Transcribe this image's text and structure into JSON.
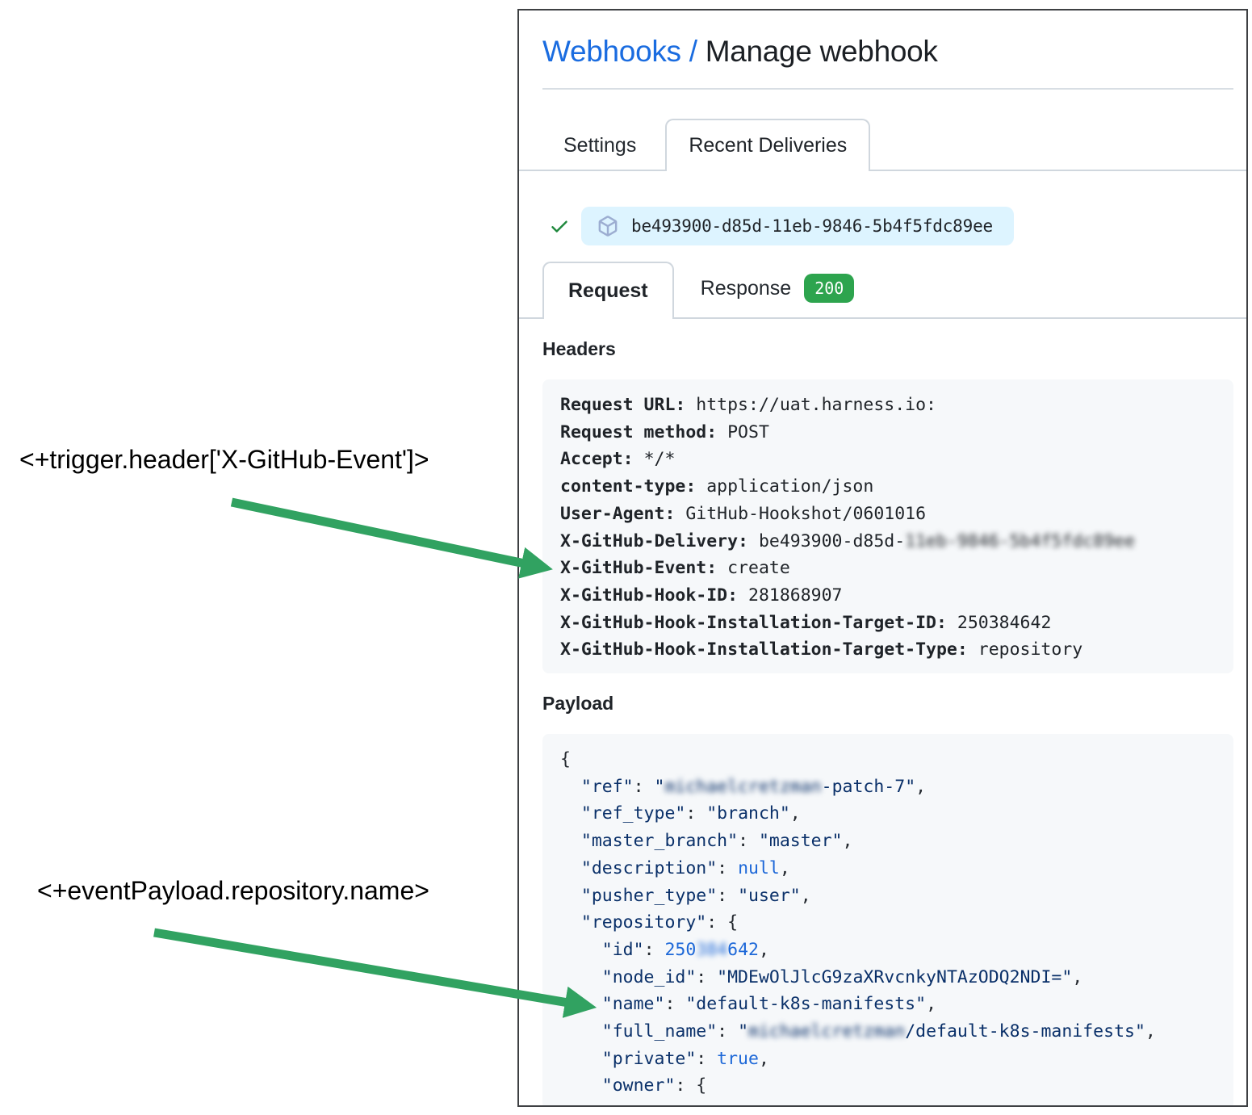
{
  "breadcrumb": {
    "link": "Webhooks",
    "separator": " / ",
    "title": "Manage webhook"
  },
  "tabs": {
    "settings": "Settings",
    "recent_deliveries": "Recent Deliveries"
  },
  "delivery": {
    "id": "be493900-d85d-11eb-9846-5b4f5fdc89ee",
    "status_icon": "check-icon",
    "badge_icon": "package-icon"
  },
  "subtabs": {
    "request": "Request",
    "response": "Response",
    "response_status": "200"
  },
  "headers_section": {
    "label": "Headers",
    "lines": [
      [
        [
          "hk",
          "Request URL: "
        ],
        [
          "hv",
          "https://uat.harness.io:"
        ]
      ],
      [
        [
          "hk",
          "Request method: "
        ],
        [
          "hv",
          "POST"
        ]
      ],
      [
        [
          "hk",
          "Accept: "
        ],
        [
          "hv",
          "*/*"
        ]
      ],
      [
        [
          "hk",
          "content-type: "
        ],
        [
          "hv",
          "application/json"
        ]
      ],
      [
        [
          "hk",
          "User-Agent: "
        ],
        [
          "hv",
          "GitHub-Hookshot/0601016"
        ]
      ],
      [
        [
          "hk",
          "X-GitHub-Delivery: "
        ],
        [
          "hv",
          "be493900-d85d-"
        ],
        [
          "hvb",
          "11eb-9846-5b4f5fdc89ee"
        ]
      ],
      [
        [
          "hk",
          "X-GitHub-Event: "
        ],
        [
          "hv",
          "create"
        ]
      ],
      [
        [
          "hk",
          "X-GitHub-Hook-ID: "
        ],
        [
          "hv",
          "281868907"
        ]
      ],
      [
        [
          "hk",
          "X-GitHub-Hook-Installation-Target-ID: "
        ],
        [
          "hv",
          "250384642"
        ]
      ],
      [
        [
          "hk",
          "X-GitHub-Hook-Installation-Target-Type: "
        ],
        [
          "hv",
          "repository"
        ]
      ]
    ]
  },
  "payload_section": {
    "label": "Payload",
    "lines": [
      [
        [
          "p",
          "{"
        ]
      ],
      [
        [
          "p",
          "  "
        ],
        [
          "k",
          "\"ref\""
        ],
        [
          "p",
          ": "
        ],
        [
          "k",
          "\""
        ],
        [
          "kb",
          "michaelcretzman"
        ],
        [
          "k",
          "-patch-7\""
        ],
        [
          "p",
          ","
        ]
      ],
      [
        [
          "p",
          "  "
        ],
        [
          "k",
          "\"ref_type\""
        ],
        [
          "p",
          ": "
        ],
        [
          "k",
          "\"branch\""
        ],
        [
          "p",
          ","
        ]
      ],
      [
        [
          "p",
          "  "
        ],
        [
          "k",
          "\"master_branch\""
        ],
        [
          "p",
          ": "
        ],
        [
          "k",
          "\"master\""
        ],
        [
          "p",
          ","
        ]
      ],
      [
        [
          "p",
          "  "
        ],
        [
          "k",
          "\"description\""
        ],
        [
          "p",
          ": "
        ],
        [
          "n",
          "null"
        ],
        [
          "p",
          ","
        ]
      ],
      [
        [
          "p",
          "  "
        ],
        [
          "k",
          "\"pusher_type\""
        ],
        [
          "p",
          ": "
        ],
        [
          "k",
          "\"user\""
        ],
        [
          "p",
          ","
        ]
      ],
      [
        [
          "p",
          "  "
        ],
        [
          "k",
          "\"repository\""
        ],
        [
          "p",
          ": {"
        ]
      ],
      [
        [
          "p",
          "    "
        ],
        [
          "k",
          "\"id\""
        ],
        [
          "p",
          ": "
        ],
        [
          "n",
          "250"
        ],
        [
          "nb",
          "384"
        ],
        [
          "n",
          "642"
        ],
        [
          "p",
          ","
        ]
      ],
      [
        [
          "p",
          "    "
        ],
        [
          "k",
          "\"node_id\""
        ],
        [
          "p",
          ": "
        ],
        [
          "k",
          "\"MDEwOlJlcG9zaXRvcnkyNTAzODQ2NDI=\""
        ],
        [
          "p",
          ","
        ]
      ],
      [
        [
          "p",
          "    "
        ],
        [
          "k",
          "\"name\""
        ],
        [
          "p",
          ": "
        ],
        [
          "k",
          "\"default-k8s-manifests\""
        ],
        [
          "p",
          ","
        ]
      ],
      [
        [
          "p",
          "    "
        ],
        [
          "k",
          "\"full_name\""
        ],
        [
          "p",
          ": "
        ],
        [
          "k",
          "\""
        ],
        [
          "kb",
          "michaelcretzman"
        ],
        [
          "k",
          "/default-k8s-manifests\""
        ],
        [
          "p",
          ","
        ]
      ],
      [
        [
          "p",
          "    "
        ],
        [
          "k",
          "\"private\""
        ],
        [
          "p",
          ": "
        ],
        [
          "n",
          "true"
        ],
        [
          "p",
          ","
        ]
      ],
      [
        [
          "p",
          "    "
        ],
        [
          "k",
          "\"owner\""
        ],
        [
          "p",
          ": {"
        ]
      ]
    ]
  },
  "annotations": {
    "trigger_header": "<+trigger.header['X-GitHub-Event']>",
    "event_payload": "<+eventPayload.repository.name>"
  },
  "colors": {
    "link_blue": "#1a6ce0",
    "arrow_green": "#31a261",
    "success_check": "#1f883d",
    "status_badge_bg": "#2da44e",
    "delivery_badge_bg": "#ddf4ff",
    "code_box_bg": "#f6f8fa",
    "code_string": "#0a3069",
    "code_literal": "#1d68d8"
  }
}
